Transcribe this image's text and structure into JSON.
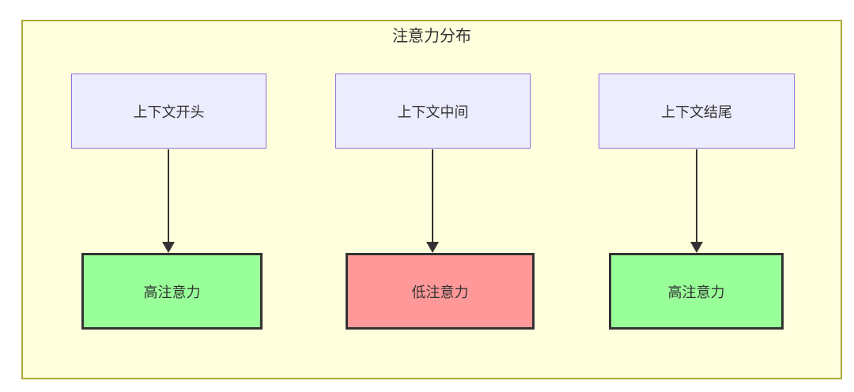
{
  "diagram": {
    "title": "注意力分布",
    "top_nodes": [
      {
        "label": "上下文开头"
      },
      {
        "label": "上下文中间"
      },
      {
        "label": "上下文结尾"
      }
    ],
    "bottom_nodes": [
      {
        "label": "高注意力",
        "level": "high"
      },
      {
        "label": "低注意力",
        "level": "low"
      },
      {
        "label": "高注意力",
        "level": "high"
      }
    ],
    "edges": [
      {
        "from": "上下文开头",
        "to": "高注意力"
      },
      {
        "from": "上下文中间",
        "to": "低注意力"
      },
      {
        "from": "上下文结尾",
        "to": "高注意力"
      }
    ],
    "colors": {
      "container_bg": "#ffffde",
      "container_border": "#aaaa33",
      "node_bg": "#ECECFF",
      "node_border": "#9370DB",
      "high_bg": "#99ff99",
      "low_bg": "#ff9999",
      "dark_border": "#333333",
      "arrow": "#333333",
      "text": "#333333"
    }
  }
}
